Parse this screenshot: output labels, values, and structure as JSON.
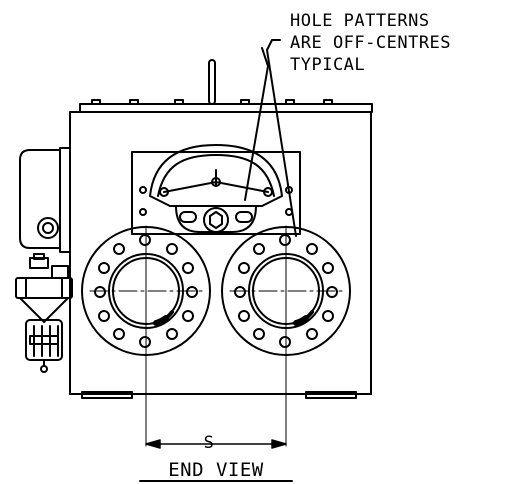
{
  "annotation": {
    "line1": "HOLE PATTERNS",
    "line2": "ARE OFF-CENTRES",
    "line3": "TYPICAL"
  },
  "dimension": {
    "label": "S"
  },
  "view": {
    "title": "END VIEW"
  },
  "colors": {
    "ink": "#000000",
    "paper": "#ffffff"
  }
}
